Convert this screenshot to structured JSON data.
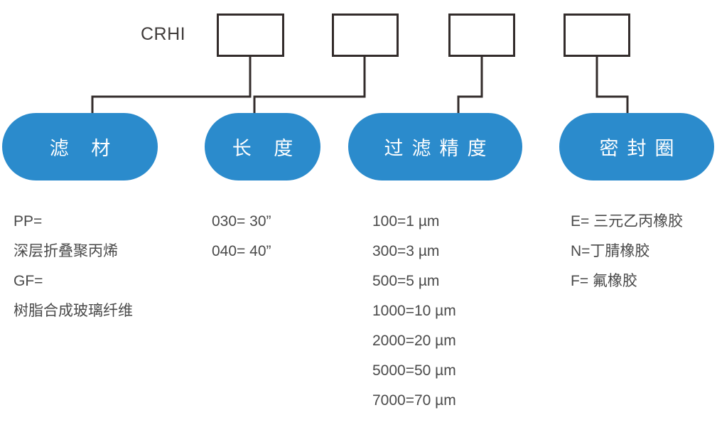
{
  "diagram": {
    "type": "part-number-key",
    "prefix": {
      "label": "CRHI"
    },
    "accent_color": "#2b8bcc",
    "line_color": "#332c2b",
    "text_color": "#4a4a4a",
    "code_boxes": [
      {
        "name": "filter-media-code",
        "value": ""
      },
      {
        "name": "length-code",
        "value": ""
      },
      {
        "name": "filtration-rating-code",
        "value": ""
      },
      {
        "name": "seal-ring-code",
        "value": ""
      }
    ],
    "categories": [
      {
        "id": "filter-media",
        "label": "滤 材",
        "options": [
          "PP=",
          "深层折叠聚丙烯",
          "GF=",
          "树脂合成玻璃纤维"
        ]
      },
      {
        "id": "length",
        "label": "长 度",
        "options": [
          "030= 30”",
          "040= 40”"
        ]
      },
      {
        "id": "filtration-rating",
        "label": "过滤精度",
        "options": [
          "100=1 µm",
          "300=3 µm",
          "500=5 µm",
          "1000=10 µm",
          "2000=20 µm",
          "5000=50 µm",
          "7000=70 µm"
        ]
      },
      {
        "id": "seal-ring",
        "label": "密封圈",
        "options": [
          "E= 三元乙丙橡胶",
          "N=丁腈橡胶",
          "F= 氟橡胶"
        ]
      }
    ]
  }
}
